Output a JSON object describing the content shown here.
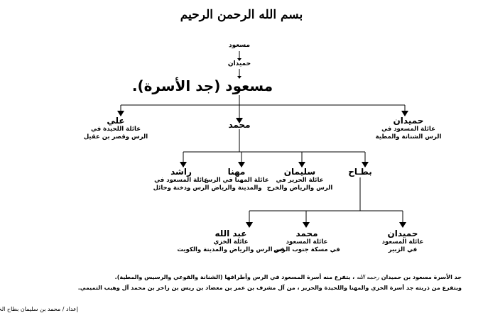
{
  "header": {
    "basmala": "بسم الله الرحمن الرحيم",
    "ancestor_1": "مسعود",
    "ancestor_2": "حميدان",
    "founder": "مسعود (جد الأسرة)."
  },
  "level1": {
    "hamidan": {
      "name": "حميدان",
      "line1": "عائلة المسعود في",
      "line2": "الرس الشنانة والمطية"
    },
    "mohammed": {
      "name": "محمد"
    },
    "ali": {
      "name": "علي",
      "line1": "عائلة اللحيدة في",
      "line2": "الرس وقصر بن عقيل"
    }
  },
  "level2": {
    "battah": {
      "name": "بطـاح"
    },
    "sulaiman": {
      "name": "سليمان",
      "line1": "عائلة الحرير في",
      "line2": "الرس والرياض والخرج"
    },
    "mohanna": {
      "name": "مهنا",
      "line1": "عائلة المهنا في الرس",
      "line2": "والمدينة والرياض"
    },
    "rashid": {
      "name": "راشد",
      "line1": "عائلة المسعود في",
      "line2": "الرس ودخنة وحائل"
    }
  },
  "level3": {
    "hamidan": {
      "name": "حميدان",
      "line1": "عائلة المسعود",
      "line2": "في الزبير"
    },
    "mohammed": {
      "name": "محمد",
      "line1": "عائلة المسعود",
      "line2": "في مسكة جنوب الرس"
    },
    "abdullah": {
      "name": "عبد الله",
      "line1": "عائلة الخزي",
      "line2": "في الرس والرياض والمدينة والكويت"
    }
  },
  "footer": {
    "line1_a": "جد الأسرة مسعود بن حميدان",
    "honorific": "رحمه الله",
    "line1_b": "، يتفرع منه أسرة المسعود في الرس وأطرافها (الشنانة والقوعي والرسيس والمطية).",
    "line2": "ويتفرع من ذريته جد أسرة الخزي والمهنا واللحيدة والحرير ، من آل مشرف بن عمر بن معضاد بن ريس بن زاخر بن محمد آل وهيب التميمي.",
    "credit": "إعداد / محمد بن سليمان بطاح الخزي"
  }
}
